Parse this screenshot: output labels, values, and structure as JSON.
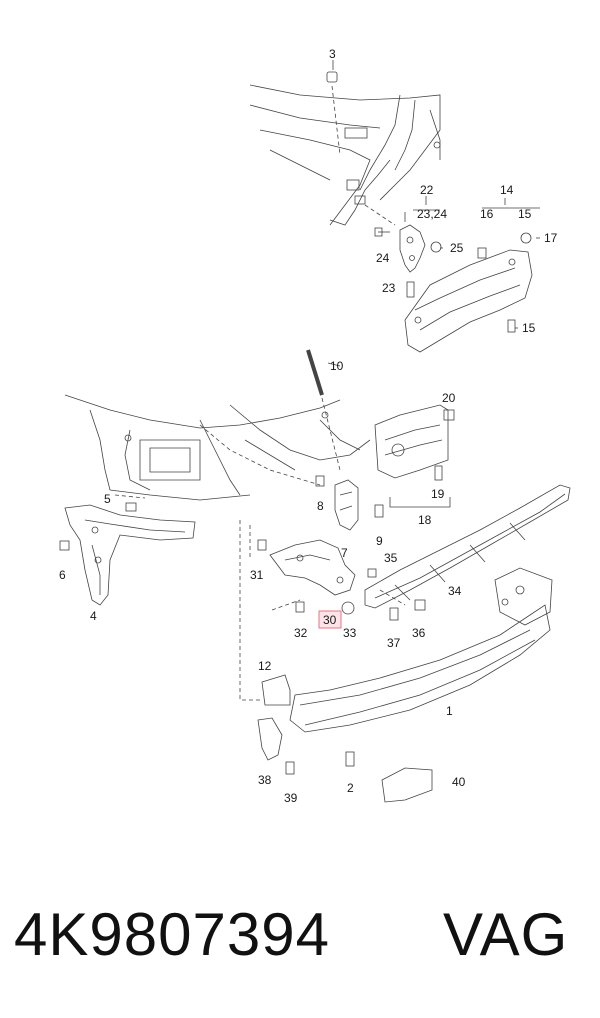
{
  "diagram": {
    "highlighted_callout": "30",
    "highlight_color": "#fde4e8",
    "highlight_border": "#e8758a",
    "callouts": {
      "c1": "1",
      "c2": "2",
      "c3": "3",
      "c4": "4",
      "c5": "5",
      "c6": "6",
      "c7": "7",
      "c8": "8",
      "c9": "9",
      "c10": "10",
      "c12": "12",
      "c14": "14",
      "c15a": "15",
      "c15b": "15",
      "c16": "16",
      "c17": "17",
      "c18": "18",
      "c19": "19",
      "c20": "20",
      "c22": "22",
      "c2324": "23,24",
      "c23": "23",
      "c24": "24",
      "c25": "25",
      "c30": "30",
      "c31": "31",
      "c32": "32",
      "c33": "33",
      "c34": "34",
      "c35": "35",
      "c36": "36",
      "c37": "37",
      "c38": "38",
      "c39": "39",
      "c40": "40"
    }
  },
  "footer": {
    "part_number": "4K9807394",
    "brand": "VAG"
  }
}
